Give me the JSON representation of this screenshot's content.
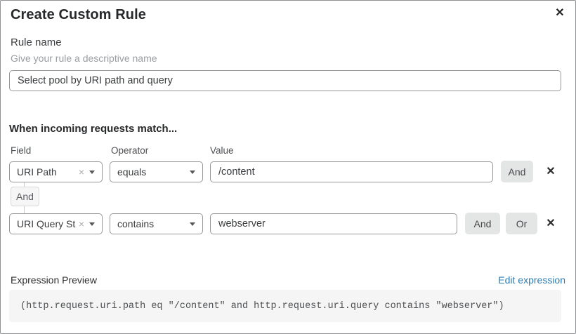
{
  "dialog": {
    "title": "Create Custom Rule",
    "close_icon": "✕"
  },
  "rule_name": {
    "label": "Rule name",
    "hint": "Give your rule a descriptive name",
    "value": "Select pool by URI path and query"
  },
  "match": {
    "heading": "When incoming requests match...",
    "columns": {
      "field": "Field",
      "operator": "Operator",
      "value": "Value"
    },
    "connector_label": "And",
    "rows": [
      {
        "field": "URI Path",
        "field_clear_icon": "×",
        "operator": "equals",
        "value": "/content",
        "and_button": "And",
        "delete_icon": "✕"
      },
      {
        "field": "URI Query St...",
        "field_clear_icon": "×",
        "operator": "contains",
        "value": "webserver",
        "and_button": "And",
        "or_button": "Or",
        "delete_icon": "✕"
      }
    ]
  },
  "expression": {
    "label": "Expression Preview",
    "edit_link": "Edit expression",
    "code": "(http.request.uri.path eq \"/content\" and http.request.uri.query contains \"webserver\")"
  },
  "colors": {
    "link_blue": "#2c7cb0",
    "button_gray": "#e4e5e5",
    "code_background": "#f5f5f5",
    "border_gray": "#95979a"
  }
}
